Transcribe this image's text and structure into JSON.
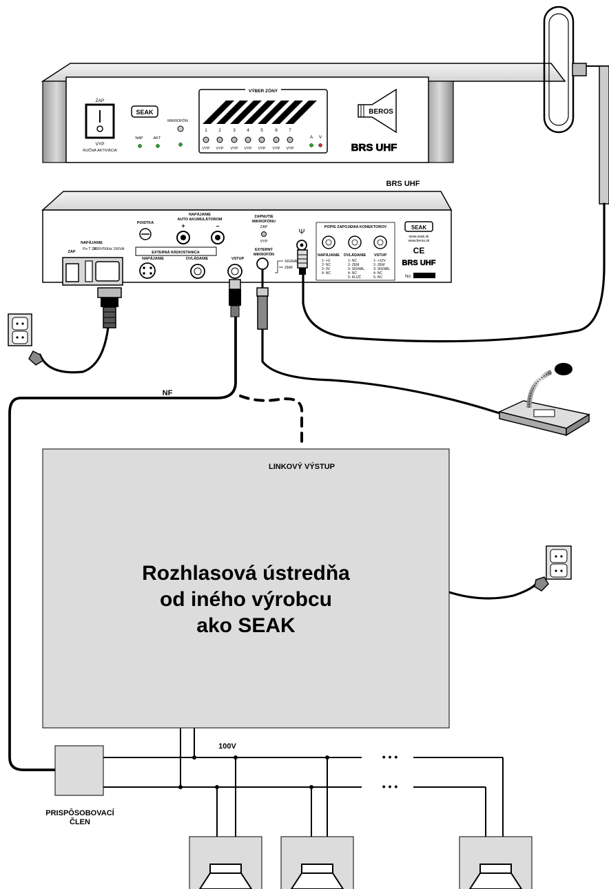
{
  "front_panel": {
    "power_switch": {
      "on": "ZAP",
      "off": "VYP",
      "manual_activation": "RUČNÁ AKTIVÁCIA"
    },
    "brand_badge": "SEAK",
    "indicators": {
      "power": "NAP",
      "active": "AKT",
      "microphone": "MIKROFÓN"
    },
    "zone_selector": {
      "title": "VÝBER ZÓNY",
      "zones": [
        "1",
        "2",
        "3",
        "4",
        "5",
        "6",
        "7"
      ],
      "switch_label": "VYP",
      "leds": [
        "A",
        "V"
      ]
    },
    "logo": "BEROS",
    "model": "BRS UHF"
  },
  "rear_panel": {
    "model_caption": "BRS UHF",
    "power": {
      "title": "NAPÁJANIE",
      "switch": "ZAP",
      "fuse": "Po T 2A",
      "rating": "230V/50Hz 150VA"
    },
    "fuse_label": "POISTKA",
    "battery_power": {
      "line1": "NAPÁJANIE",
      "line2": "AUTO AKUMULÁTOROM",
      "plus": "+",
      "minus": "–"
    },
    "external_radio": {
      "title": "EXTERNÁ RÁDIOSTANICA",
      "power": "NAPÁJANIE",
      "control": "OVLÁDANIE"
    },
    "input_label": "VSTUP",
    "mic_enable": {
      "line1": "ZAPNUTIE",
      "line2": "MIKROFÓNU",
      "on": "ZAP",
      "off": "VYP"
    },
    "external_mic": {
      "line1": "EXTERNÝ",
      "line2": "MIKROFÓN",
      "signal": "SIGNÁL",
      "ground": "ZEM"
    },
    "antenna_symbol": "Ψ",
    "connector_info": {
      "title": "POPIS ZAPOJENIA KONEKTOROV",
      "napajanie": {
        "title": "NAPÁJANIE",
        "pins": [
          "1- +U",
          "2- NC",
          "3- 0V",
          "4- NC"
        ]
      },
      "ovladanie": {
        "title": "OVLÁDANIE",
        "pins": [
          "1- NC",
          "2- ZEM",
          "3- SIGNÁL",
          "4- NC",
          "5- KLÚČ"
        ]
      },
      "vstup": {
        "title": "VSTUP",
        "pins": [
          "1- +12V",
          "2- ZEM",
          "3- SIGNÁL",
          "4- NC",
          "5- NC"
        ]
      }
    },
    "badge": "SEAK",
    "web1": "www.seak.sk",
    "web2": "www.beros.sk",
    "ce_mark": "CE",
    "model": "BRS UHF",
    "serial_label": "No:"
  },
  "labels": {
    "nf": "NF",
    "line_out": "LINKOVÝ VÝSTUP",
    "main_box": [
      "Rozhlasová ústredňa",
      "od iného výrobcu",
      "ako SEAK"
    ],
    "voltage": "100V",
    "adapter": [
      "PRISPÔSOBOVACÍ",
      "ČLEN"
    ],
    "ellipsis": "• • •"
  }
}
